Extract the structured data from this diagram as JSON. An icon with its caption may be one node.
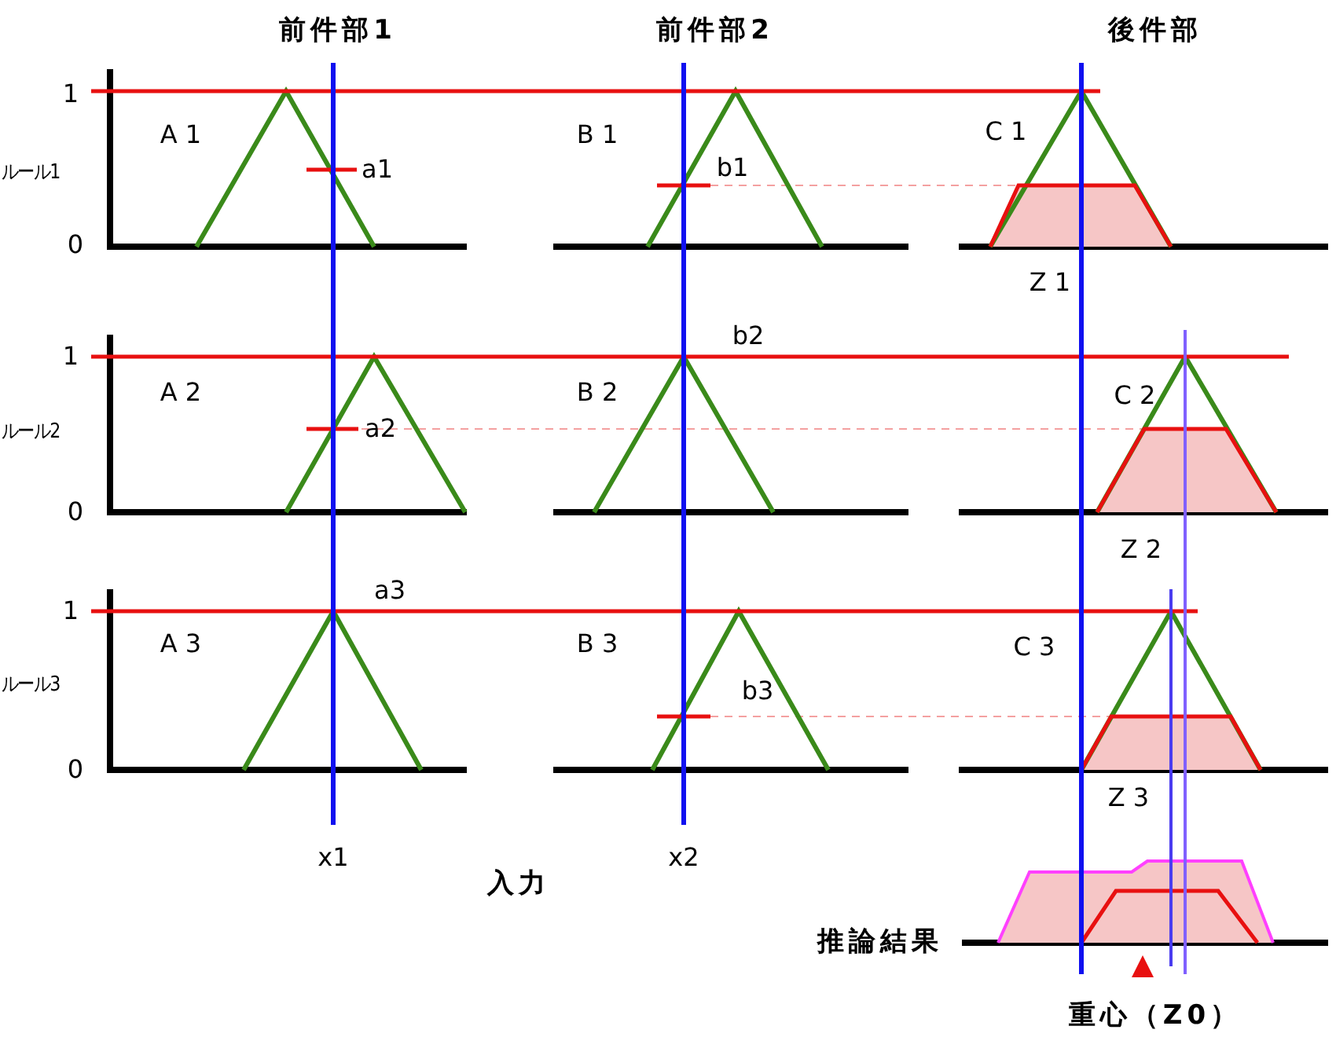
{
  "diagram": {
    "labels": [
      "前件部1",
      "前件部2",
      "後件部",
      "1",
      "A 1",
      "ルール1",
      "a1",
      "B 1",
      "b1",
      "C 1",
      "0",
      "Z 1",
      "1",
      "b2",
      "A 2",
      "B 2",
      "C 2",
      "ルール2",
      "a2",
      "0",
      "Z 2",
      "1",
      "a3",
      "A 3",
      "B 3",
      "C 3",
      "ルール3",
      "b3",
      "0",
      "Z 3",
      "x1",
      "x2",
      "入力",
      "推論結果",
      "重心（Z0）"
    ]
  }
}
